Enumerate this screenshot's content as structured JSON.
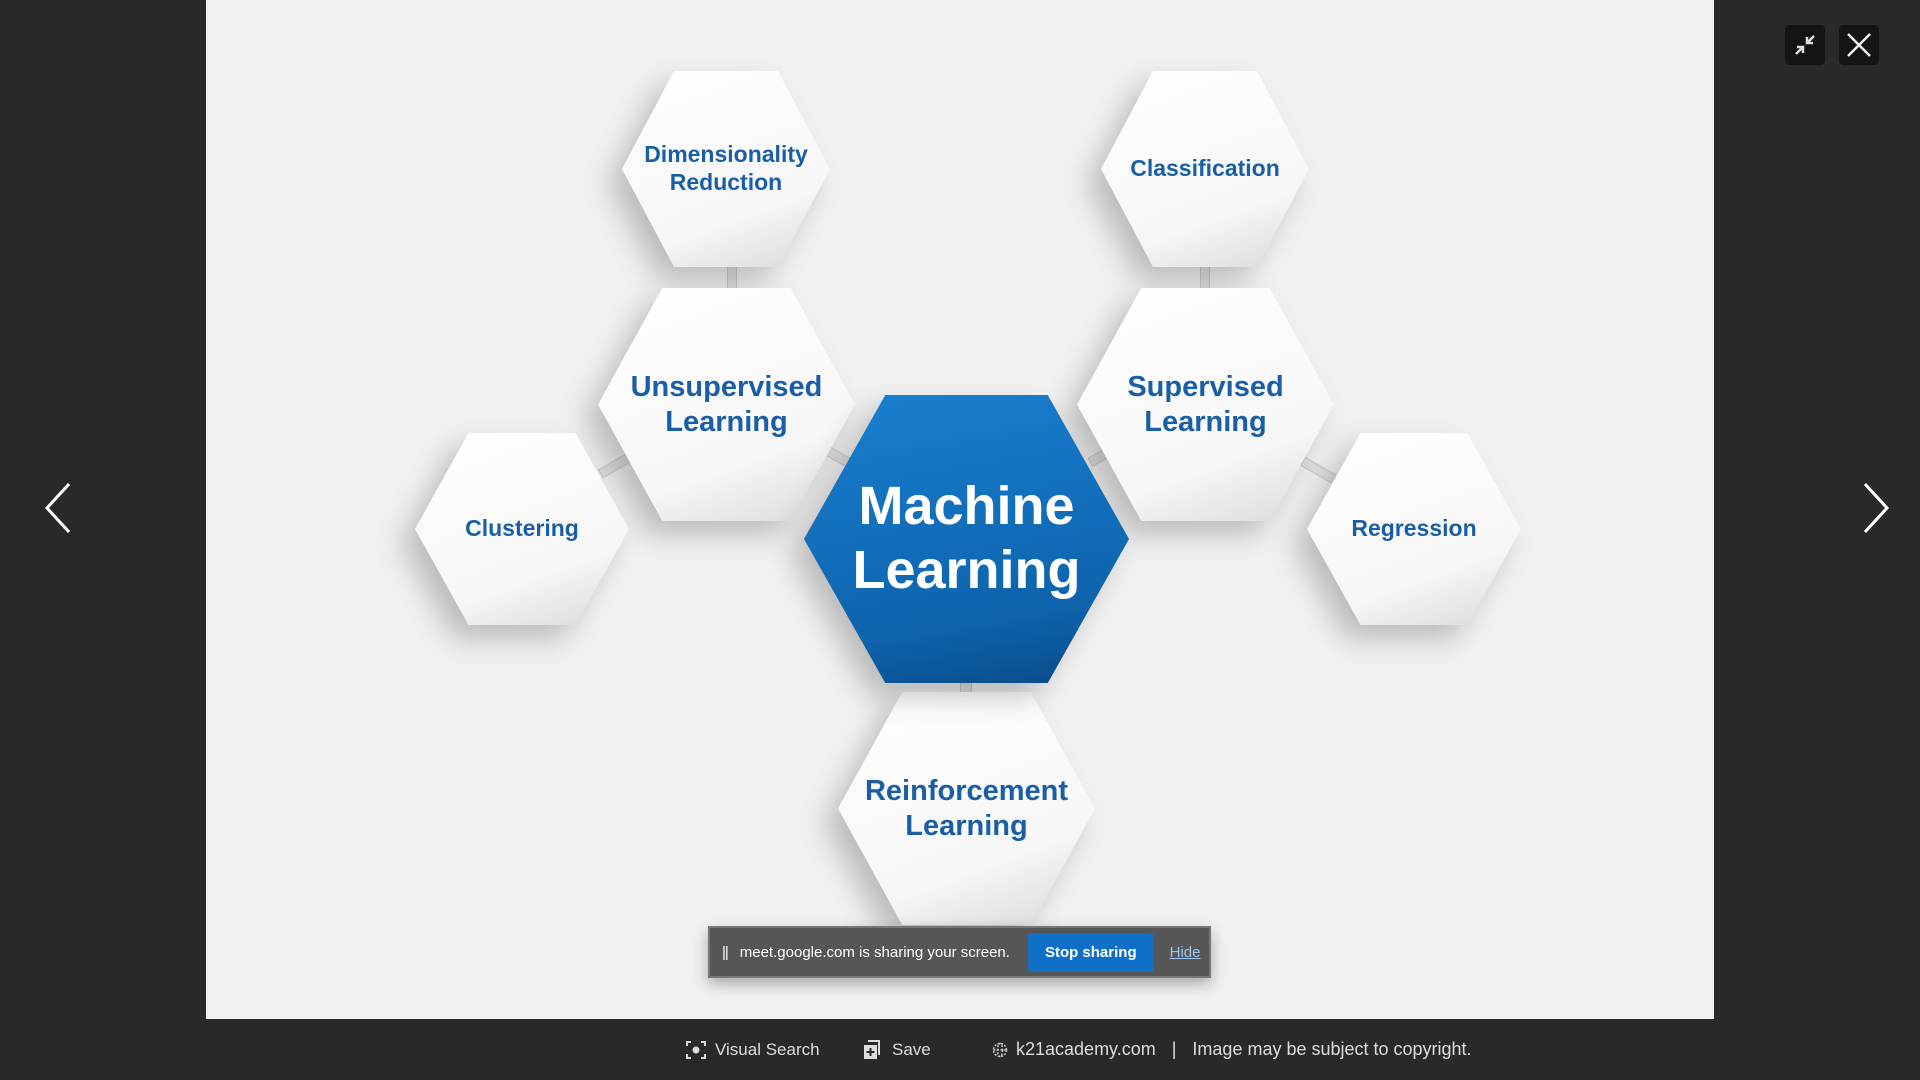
{
  "diagram": {
    "center": "Machine Learning",
    "nodes": {
      "dimensionality": "Dimensionality Reduction",
      "classification": "Classification",
      "unsupervised": "Unsupervised Learning",
      "supervised": "Supervised Learning",
      "clustering": "Clustering",
      "regression": "Regression",
      "reinforcement": "Reinforcement Learning"
    }
  },
  "share_bar": {
    "message": "meet.google.com is sharing your screen.",
    "stop": "Stop sharing",
    "hide": "Hide",
    "pause": "||"
  },
  "bottom": {
    "visual_search": "Visual Search",
    "save": "Save",
    "source": "k21academy.com",
    "separator": "|",
    "copyright": "Image may be subject to copyright."
  }
}
